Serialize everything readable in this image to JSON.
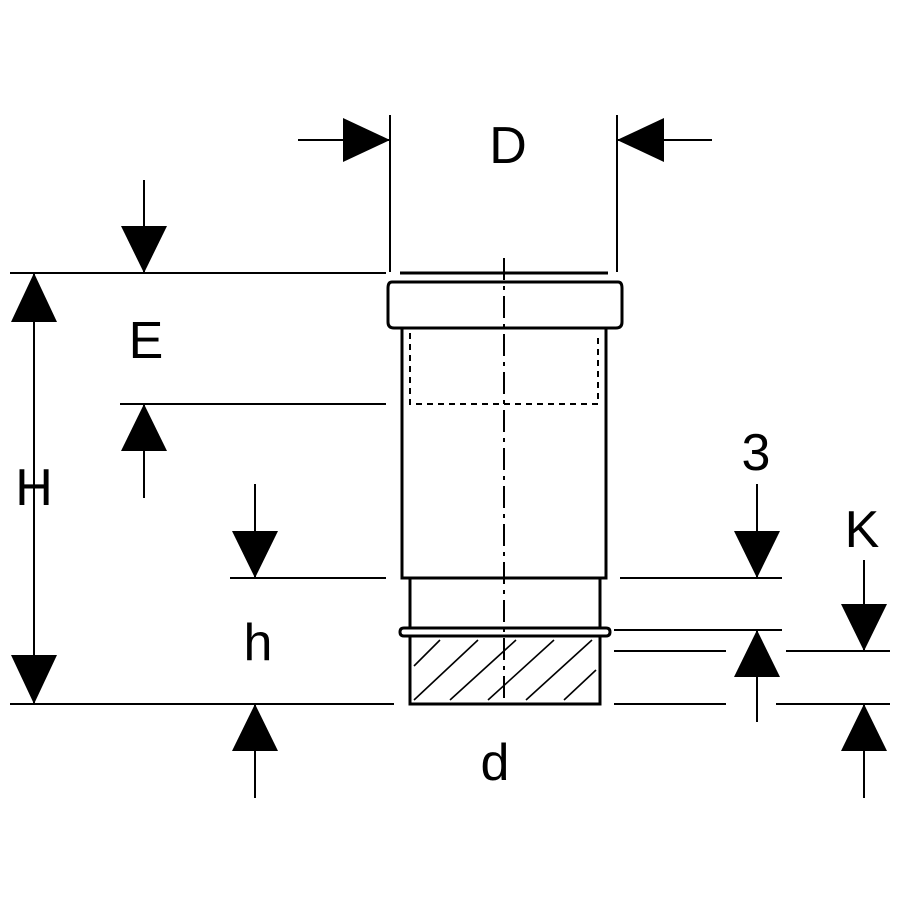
{
  "labels": {
    "D": "D",
    "E": "E",
    "H": "H",
    "h": "h",
    "d": "d",
    "three": "3",
    "K": "K"
  },
  "colors": {
    "line": "#000000",
    "background": "#ffffff"
  }
}
